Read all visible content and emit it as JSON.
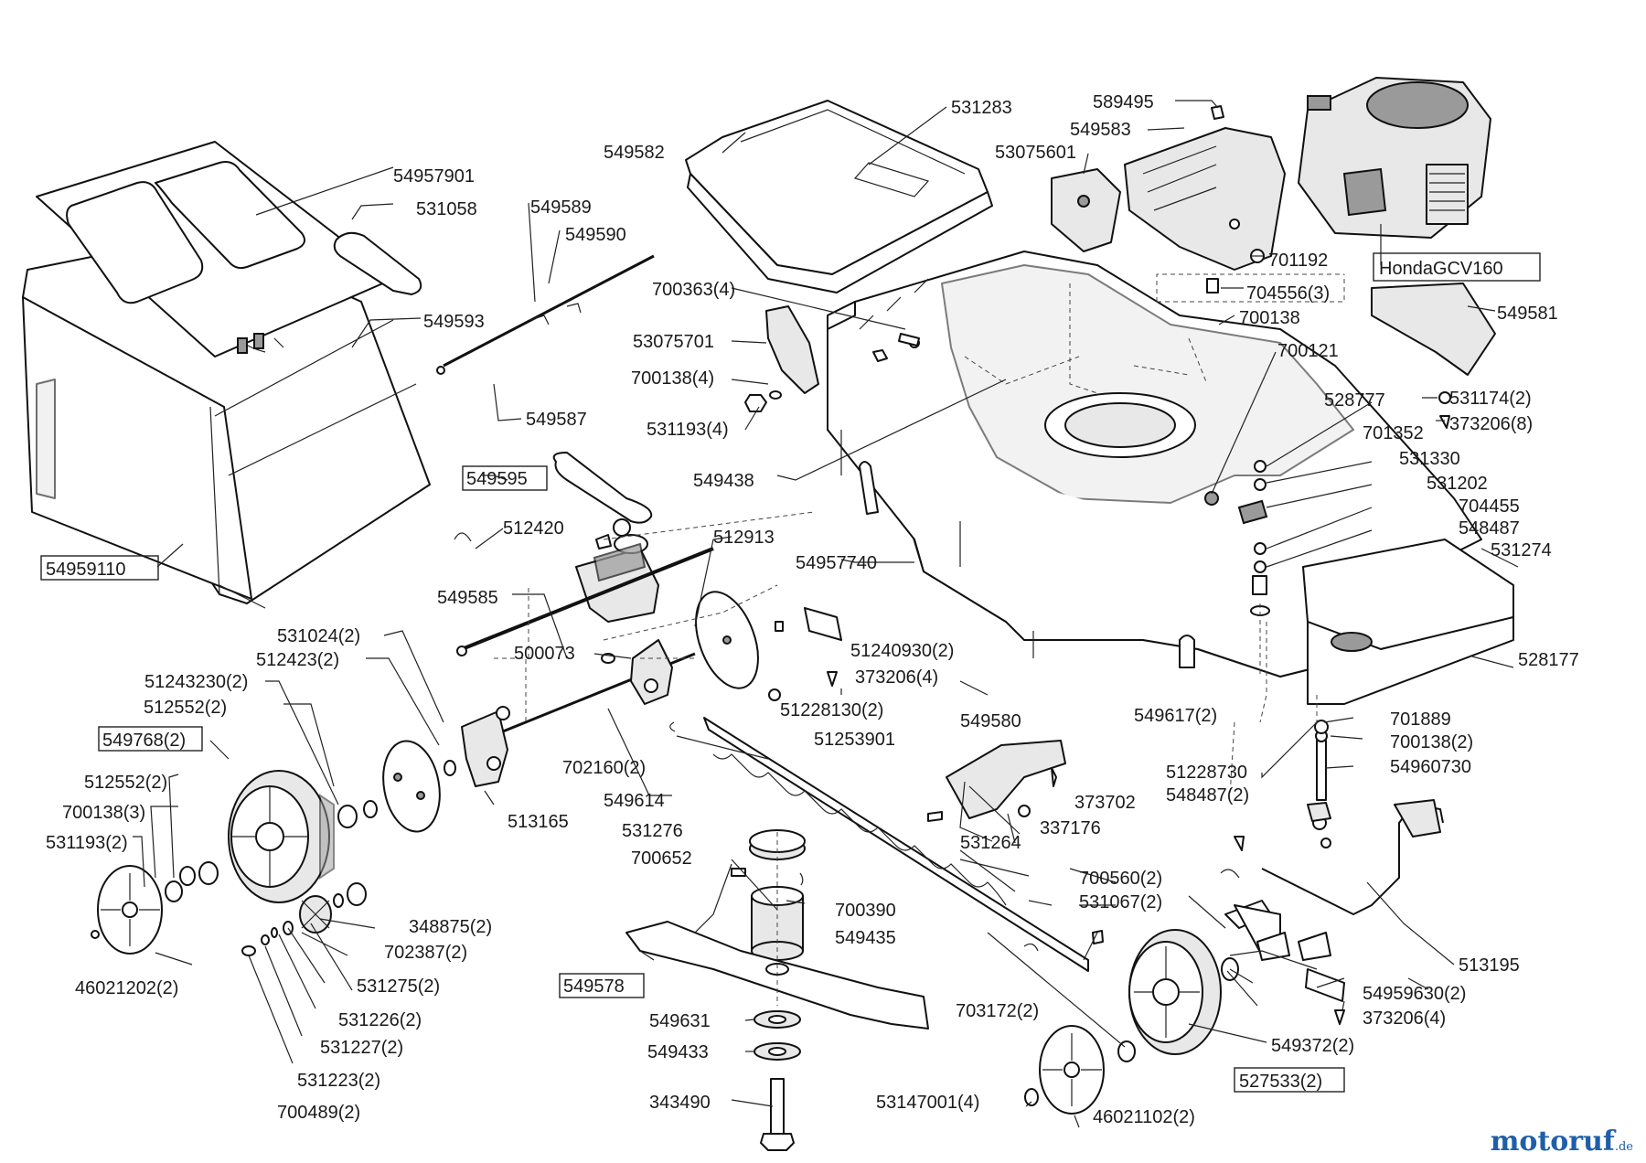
{
  "diagram": {
    "engine_label": "HondaGCV160",
    "watermark": {
      "brand": "motoruf",
      "tld": ".de"
    },
    "callouts": [
      {
        "id": "c1",
        "text": "54957901"
      },
      {
        "id": "c2",
        "text": "531058"
      },
      {
        "id": "c3",
        "text": "549589"
      },
      {
        "id": "c4",
        "text": "549590"
      },
      {
        "id": "c5",
        "text": "549593"
      },
      {
        "id": "c6",
        "text": "549587"
      },
      {
        "id": "c7",
        "text": "54959110",
        "boxed": true
      },
      {
        "id": "c8",
        "text": "549582"
      },
      {
        "id": "c9",
        "text": "531283"
      },
      {
        "id": "c10",
        "text": "589495"
      },
      {
        "id": "c11",
        "text": "549583"
      },
      {
        "id": "c12",
        "text": "53075601"
      },
      {
        "id": "c13",
        "text": "701192"
      },
      {
        "id": "c14",
        "text": "704556(3)"
      },
      {
        "id": "c15",
        "text": "700138"
      },
      {
        "id": "c16",
        "text": "549581"
      },
      {
        "id": "c17",
        "text": "700363(4)"
      },
      {
        "id": "c18",
        "text": "53075701"
      },
      {
        "id": "c19",
        "text": "700138(4)"
      },
      {
        "id": "c20",
        "text": "531193(4)"
      },
      {
        "id": "c21",
        "text": "700121"
      },
      {
        "id": "c22",
        "text": "528777"
      },
      {
        "id": "c23",
        "text": "531174(2)"
      },
      {
        "id": "c24",
        "text": "373206(8)"
      },
      {
        "id": "c25",
        "text": "701352"
      },
      {
        "id": "c26",
        "text": "531330"
      },
      {
        "id": "c27",
        "text": "531202"
      },
      {
        "id": "c28",
        "text": "704455"
      },
      {
        "id": "c29",
        "text": "548487"
      },
      {
        "id": "c30",
        "text": "531274"
      },
      {
        "id": "c31",
        "text": "549438"
      },
      {
        "id": "c32",
        "text": "549595",
        "boxed": true
      },
      {
        "id": "c33",
        "text": "512420"
      },
      {
        "id": "c34",
        "text": "512913"
      },
      {
        "id": "c35",
        "text": "54957740"
      },
      {
        "id": "c36",
        "text": "549585"
      },
      {
        "id": "c37",
        "text": "531024(2)"
      },
      {
        "id": "c38",
        "text": "512423(2)"
      },
      {
        "id": "c39",
        "text": "500073"
      },
      {
        "id": "c40",
        "text": "51240930(2)"
      },
      {
        "id": "c41",
        "text": "373206(4)"
      },
      {
        "id": "c42",
        "text": "528177"
      },
      {
        "id": "c43",
        "text": "51243230(2)"
      },
      {
        "id": "c44",
        "text": "512552(2)"
      },
      {
        "id": "c45",
        "text": "549768(2)",
        "boxed": true
      },
      {
        "id": "c46",
        "text": "51228130(2)"
      },
      {
        "id": "c47",
        "text": "549617(2)"
      },
      {
        "id": "c48",
        "text": "701889"
      },
      {
        "id": "c49",
        "text": "700138(2)"
      },
      {
        "id": "c50",
        "text": "549580"
      },
      {
        "id": "c51",
        "text": "51253901"
      },
      {
        "id": "c52",
        "text": "702160(2)"
      },
      {
        "id": "c53",
        "text": "512552(2)"
      },
      {
        "id": "c54",
        "text": "700138(3)"
      },
      {
        "id": "c55",
        "text": "531193(2)"
      },
      {
        "id": "c56",
        "text": "513165"
      },
      {
        "id": "c57",
        "text": "549614"
      },
      {
        "id": "c58",
        "text": "51228730"
      },
      {
        "id": "c59",
        "text": "548487(2)"
      },
      {
        "id": "c60",
        "text": "54960730"
      },
      {
        "id": "c61",
        "text": "373702"
      },
      {
        "id": "c62",
        "text": "337176"
      },
      {
        "id": "c63",
        "text": "531264"
      },
      {
        "id": "c64",
        "text": "531276"
      },
      {
        "id": "c65",
        "text": "700652"
      },
      {
        "id": "c66",
        "text": "700390"
      },
      {
        "id": "c67",
        "text": "549435"
      },
      {
        "id": "c68",
        "text": "700560(2)"
      },
      {
        "id": "c69",
        "text": "531067(2)"
      },
      {
        "id": "c70",
        "text": "348875(2)"
      },
      {
        "id": "c71",
        "text": "702387(2)"
      },
      {
        "id": "c72",
        "text": "46021202(2)"
      },
      {
        "id": "c73",
        "text": "531275(2)"
      },
      {
        "id": "c74",
        "text": "531226(2)"
      },
      {
        "id": "c75",
        "text": "531227(2)"
      },
      {
        "id": "c76",
        "text": "531223(2)"
      },
      {
        "id": "c77",
        "text": "700489(2)"
      },
      {
        "id": "c78",
        "text": "549578",
        "boxed": true
      },
      {
        "id": "c79",
        "text": "549631"
      },
      {
        "id": "c80",
        "text": "549433"
      },
      {
        "id": "c81",
        "text": "343490"
      },
      {
        "id": "c82",
        "text": "703172(2)"
      },
      {
        "id": "c83",
        "text": "513195"
      },
      {
        "id": "c84",
        "text": "54959630(2)"
      },
      {
        "id": "c85",
        "text": "373206(4)"
      },
      {
        "id": "c86",
        "text": "549372(2)"
      },
      {
        "id": "c87",
        "text": "527533(2)",
        "boxed": true
      },
      {
        "id": "c88",
        "text": "53147001(4)"
      },
      {
        "id": "c89",
        "text": "46021102(2)"
      }
    ]
  }
}
